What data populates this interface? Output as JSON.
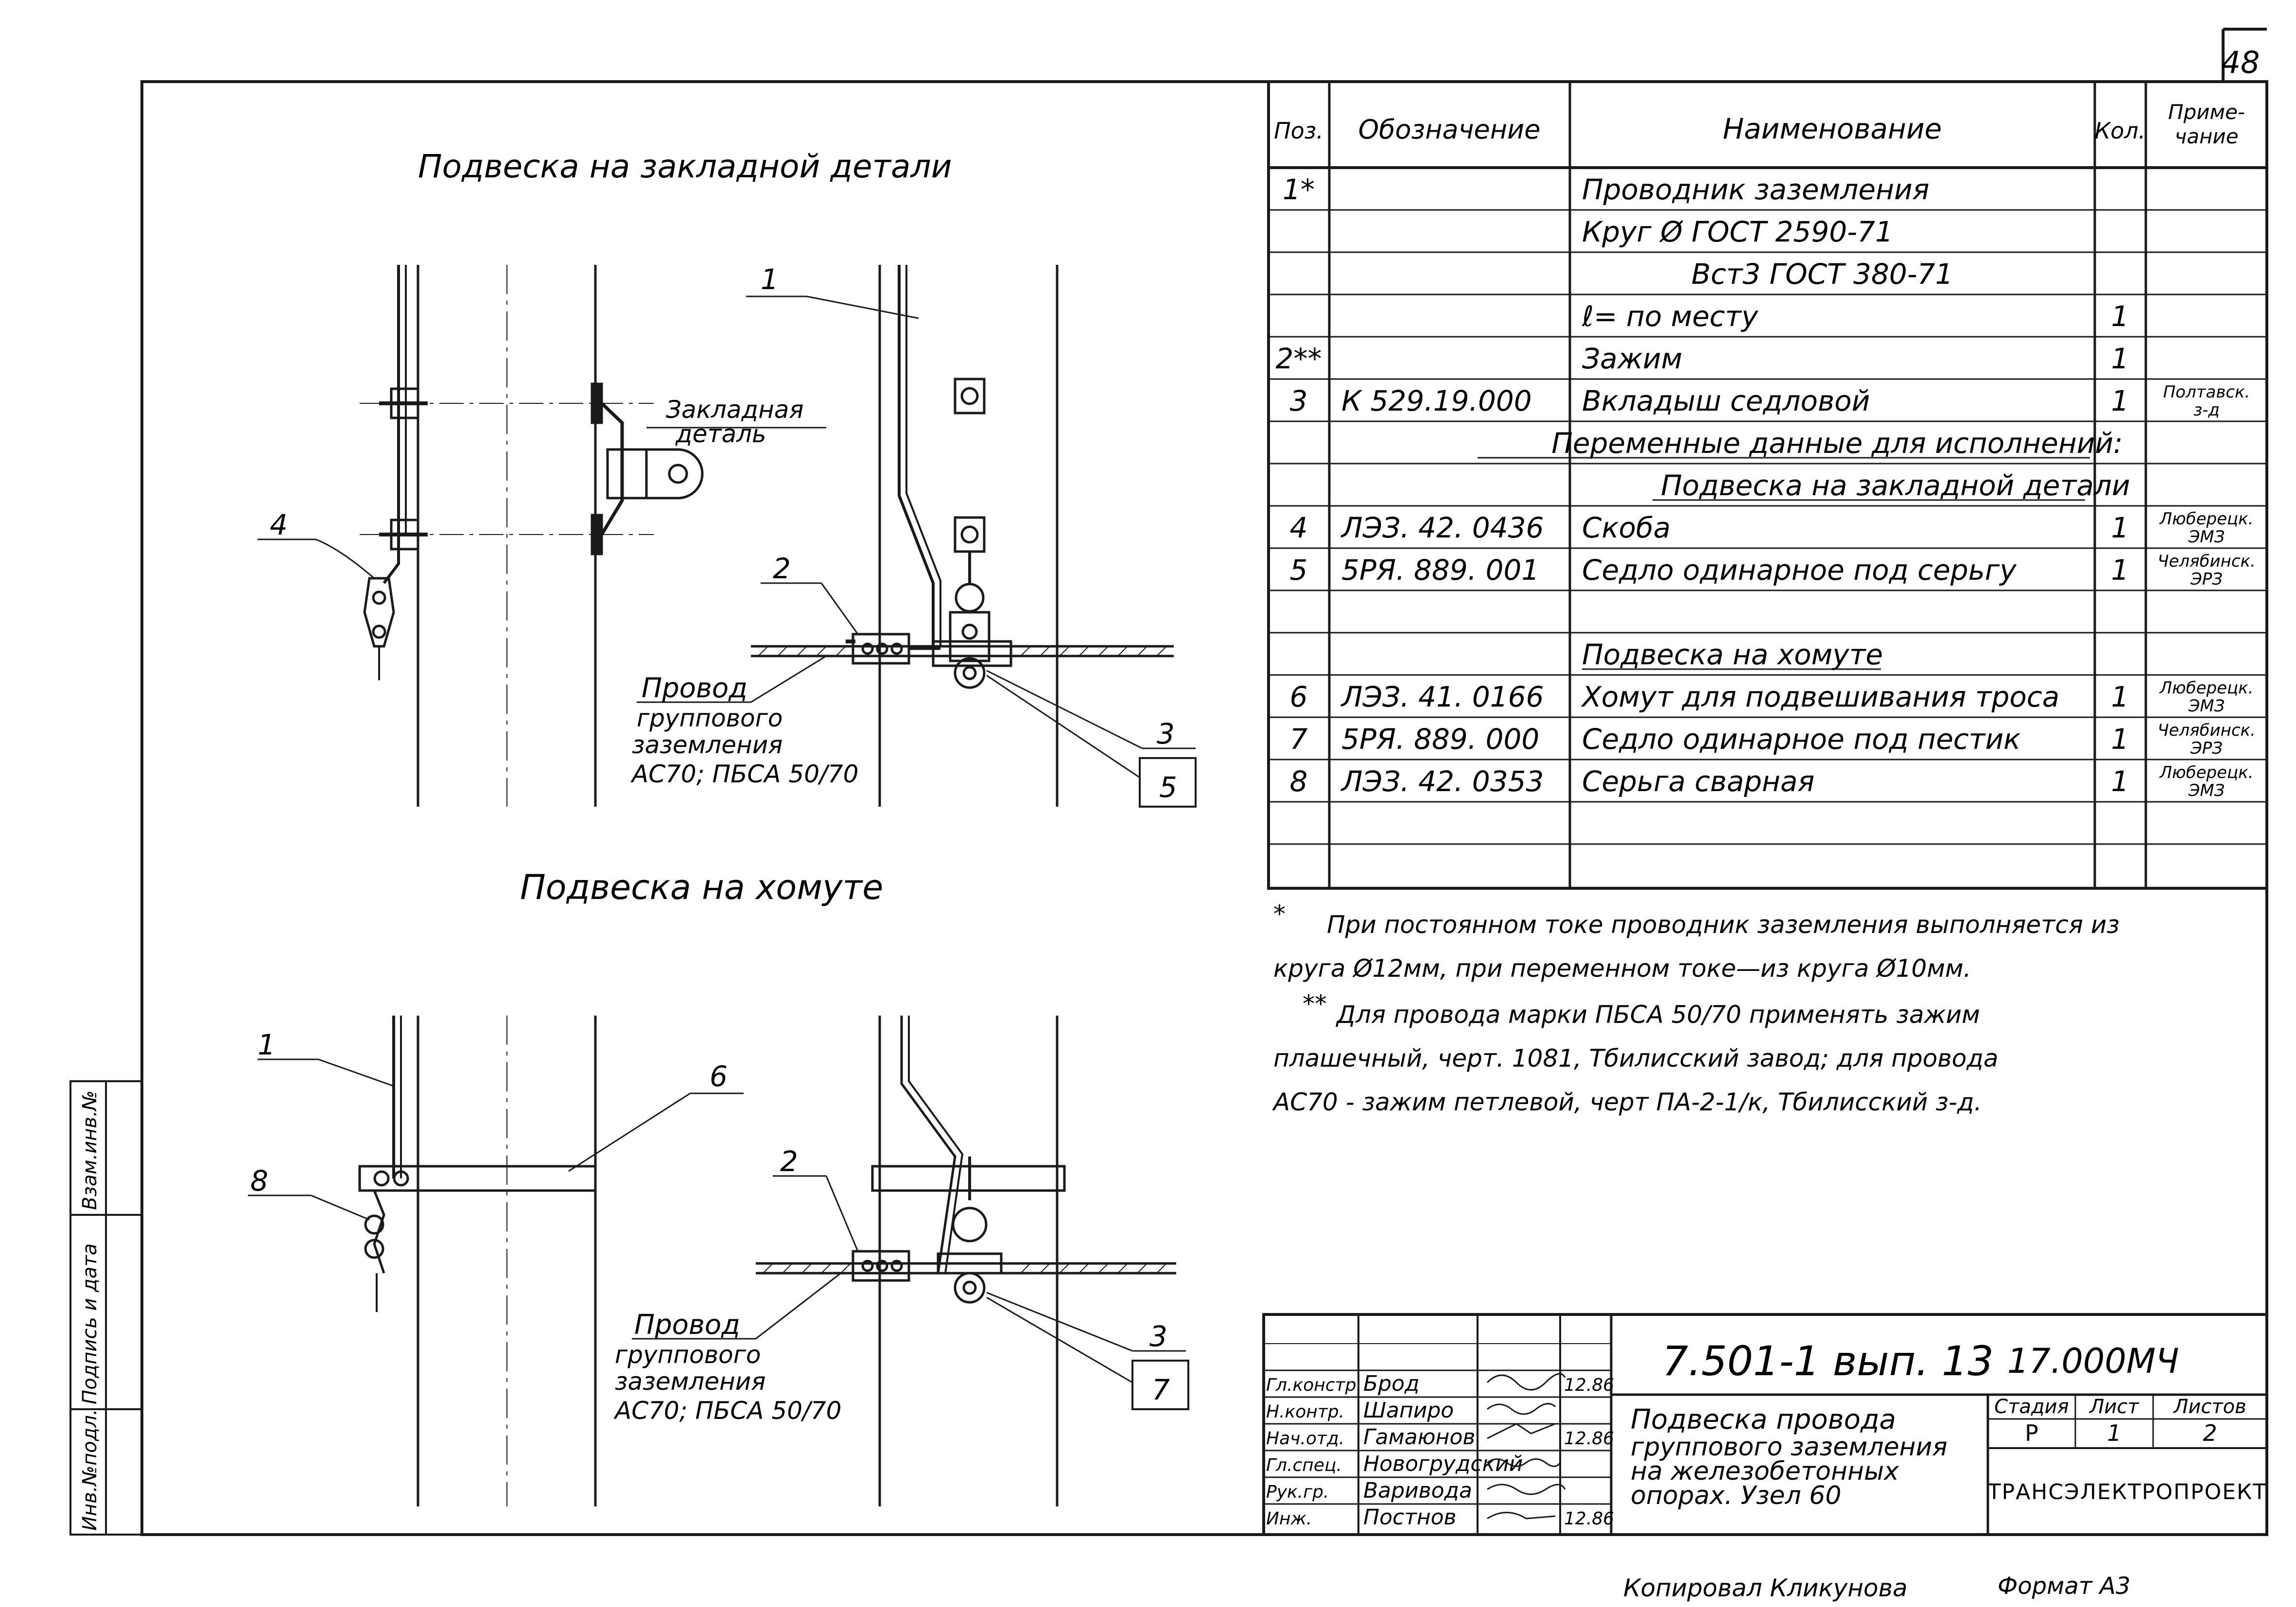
{
  "sheet_number": "48",
  "views": {
    "top_title": "Подвеска на закладной детали",
    "bottom_title": "Подвеска на хомуте",
    "embedded_part_label": "Закладная деталь",
    "wire_label_top": [
      "Провод",
      "группового",
      "заземления",
      "АС70; ПБСА 50/70"
    ],
    "wire_label_bottom": [
      "Провод",
      "группового",
      "заземления",
      "АС70; ПБСА 50/70"
    ],
    "callouts_top": [
      "1",
      "2",
      "3",
      "4",
      "5"
    ],
    "callouts_bottom": [
      "1",
      "2",
      "3",
      "6",
      "7",
      "8"
    ]
  },
  "spec_table": {
    "headers": [
      "Поз.",
      "Обозначение",
      "Наименование",
      "Кол.",
      "Приме-\nчание"
    ],
    "rows": [
      {
        "pos": "1*",
        "designation": "",
        "name": "Проводник заземления",
        "qty": "",
        "note": ""
      },
      {
        "pos": "",
        "designation": "",
        "name": "Круг Ø ГОСТ 2590-71",
        "qty": "",
        "note": ""
      },
      {
        "pos": "",
        "designation": "",
        "name": "Вст3 ГОСТ 380-71",
        "qty": "",
        "note": ""
      },
      {
        "pos": "",
        "designation": "",
        "name": "ℓ= по месту",
        "qty": "1",
        "note": ""
      },
      {
        "pos": "2**",
        "designation": "",
        "name": "Зажим",
        "qty": "1",
        "note": ""
      },
      {
        "pos": "3",
        "designation": "К 529.19.000",
        "name": "Вкладыш седловой",
        "qty": "1",
        "note": "Полтавск. з-д"
      },
      {
        "pos": "",
        "designation": "",
        "name": "Переменные данные для исполнений:",
        "qty": "",
        "note": ""
      },
      {
        "pos": "",
        "designation": "",
        "name": "Подвеска на закладной детали",
        "qty": "",
        "note": ""
      },
      {
        "pos": "4",
        "designation": "ЛЭЗ. 42. 0436",
        "name": "Скоба",
        "qty": "1",
        "note": "Люберецк. ЭМЗ"
      },
      {
        "pos": "5",
        "designation": "5РЯ. 889. 001",
        "name": "Седло одинарное под серьгу",
        "qty": "1",
        "note": "Челябинск. ЭРЗ"
      },
      {
        "pos": "",
        "designation": "",
        "name": "",
        "qty": "",
        "note": ""
      },
      {
        "pos": "",
        "designation": "",
        "name": "Подвеска на хомуте",
        "qty": "",
        "note": ""
      },
      {
        "pos": "6",
        "designation": "ЛЭЗ. 41. 0166",
        "name": "Хомут для подвешивания троса",
        "qty": "1",
        "note": "Люберецк. ЭМЗ"
      },
      {
        "pos": "7",
        "designation": "5РЯ. 889. 000",
        "name": "Седло одинарное под пестик",
        "qty": "1",
        "note": "Челябинск. ЭРЗ"
      },
      {
        "pos": "8",
        "designation": "ЛЭЗ. 42. 0353",
        "name": "Серьга сварная",
        "qty": "1",
        "note": "Люберецк. ЭМЗ"
      },
      {
        "pos": "",
        "designation": "",
        "name": "",
        "qty": "",
        "note": ""
      },
      {
        "pos": "",
        "designation": "",
        "name": "",
        "qty": "",
        "note": ""
      }
    ]
  },
  "notes": [
    {
      "mark": "*",
      "lines": [
        "При постоянном токе проводник заземления выполняется из",
        "круга Ø12мм, при переменном токе—из круга Ø10мм."
      ]
    },
    {
      "mark": "**",
      "lines": [
        "Для провода марки ПБСА 50/70 применять зажим",
        "плашечный, черт. 1081, Тбилисский завод; для провода",
        "АС70 - зажим петлевой, черт ПА-2-1/к, Тбилисский з-д."
      ]
    }
  ],
  "title_block": {
    "doc_code": "7.501-1 вып. 13",
    "doc_index": "17.000МЧ",
    "signers": [
      {
        "role": "Гл.констр.",
        "name": "Брод",
        "date": "12.86"
      },
      {
        "role": "Н.контр.",
        "name": "Шапиро",
        "date": ""
      },
      {
        "role": "Нач.отд.",
        "name": "Гамаюнов",
        "date": "12.86"
      },
      {
        "role": "Гл.спец.",
        "name": "Новогрудский",
        "date": ""
      },
      {
        "role": "Рук.гр.",
        "name": "Варивода",
        "date": ""
      },
      {
        "role": "Инж.",
        "name": "Постнов",
        "date": "12.86"
      }
    ],
    "description": [
      "Подвеска провода",
      "группового заземления",
      "на железобетонных",
      "опорах. Узел 60"
    ],
    "stage_headers": [
      "Стадия",
      "Лист",
      "Листов"
    ],
    "stage_values": [
      "Р",
      "1",
      "2"
    ],
    "organization": "ТРАНСЭЛЕКТРОПРОЕКТ"
  },
  "side_stamp": [
    "Инв.№подл.",
    "Подпись и дата",
    "Взам.инв.№"
  ],
  "footer": {
    "copied": "Копировал Кликунова",
    "format": "Формат А3"
  }
}
